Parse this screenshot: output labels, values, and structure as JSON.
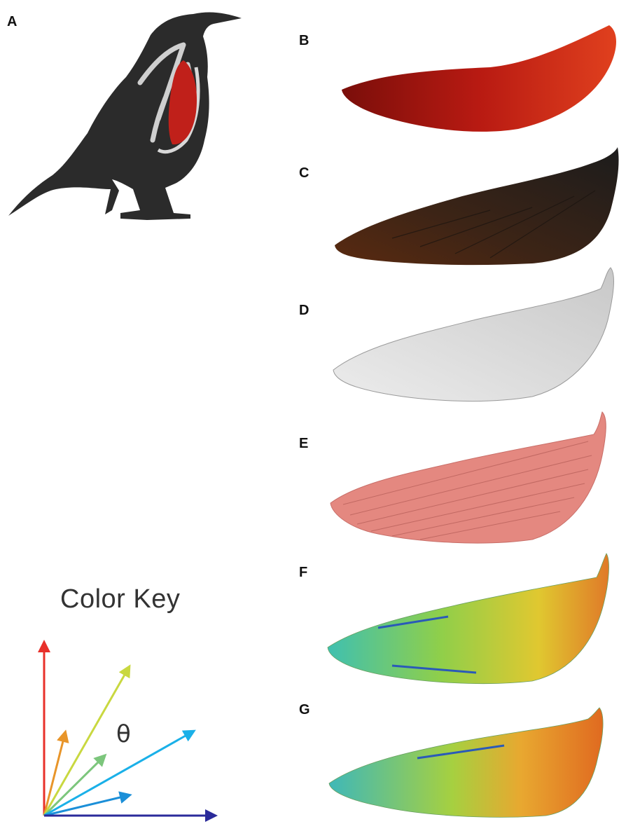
{
  "panels": {
    "a": "A",
    "b": "B",
    "c": "C",
    "d": "D",
    "e": "E",
    "f": "F",
    "g": "G"
  },
  "color_key": {
    "title": "Color Key",
    "angle_symbol": "θ",
    "arrow_colors": [
      "#e8302a",
      "#e8952a",
      "#c9d840",
      "#7cc67c",
      "#1ab0e8",
      "#1b8fd8",
      "#2a2a9a"
    ]
  },
  "colors": {
    "bird": "#2b2b2b",
    "muscle_red": "#c0201a",
    "muscle_dark": "#3a2418",
    "muscle_gray": "#d8d8d8",
    "fibers_pink": "#e48880"
  }
}
